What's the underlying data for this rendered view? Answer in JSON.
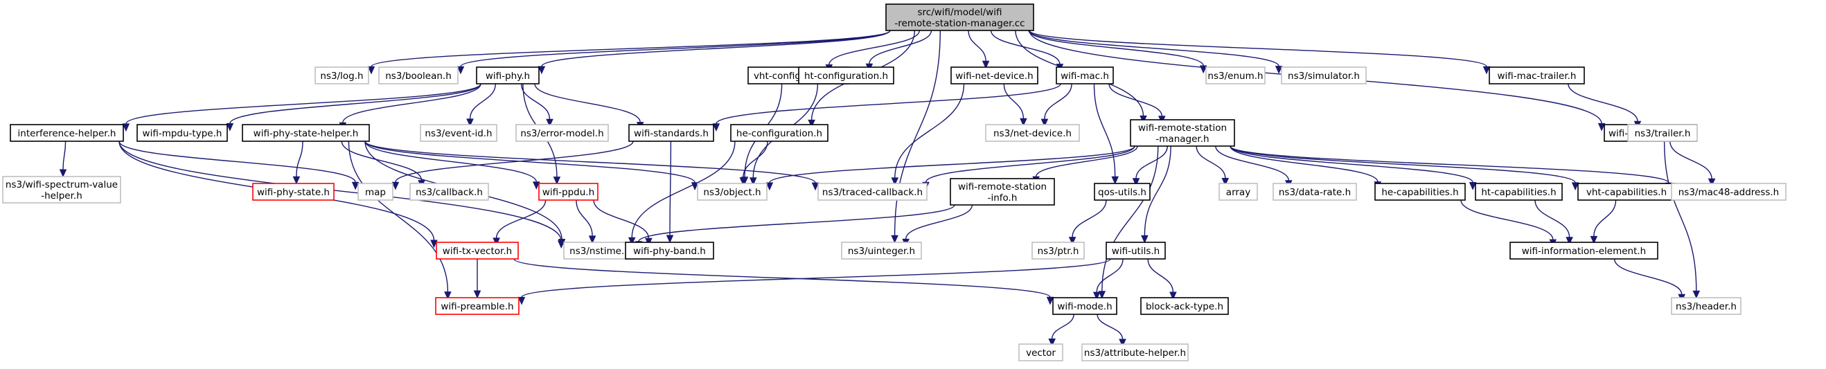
{
  "colors": {
    "root_fill": "#bfbfbf",
    "root_stroke": "#000000",
    "doc_stroke": "#000000",
    "nodoc_stroke": "#bfbfbf",
    "incomplete_stroke": "#ff0000",
    "edge": "#191970"
  },
  "nodes": [
    {
      "id": "root",
      "lines": [
        "src/wifi/model/wifi",
        "-remote-station-manager.cc"
      ],
      "style": "root",
      "interactable": false
    },
    {
      "id": "log",
      "lines": [
        "ns3/log.h"
      ],
      "style": "nodoc",
      "interactable": false
    },
    {
      "id": "boolean",
      "lines": [
        "ns3/boolean.h"
      ],
      "style": "nodoc",
      "interactable": false
    },
    {
      "id": "wifi-phy",
      "lines": [
        "wifi-phy.h"
      ],
      "style": "doc",
      "interactable": true
    },
    {
      "id": "vht-configuration",
      "lines": [
        "vht-configuration.h"
      ],
      "style": "doc",
      "interactable": true
    },
    {
      "id": "ht-configuration",
      "lines": [
        "ht-configuration.h"
      ],
      "style": "doc",
      "interactable": true
    },
    {
      "id": "wifi-net-device",
      "lines": [
        "wifi-net-device.h"
      ],
      "style": "doc",
      "interactable": true
    },
    {
      "id": "wifi-mac",
      "lines": [
        "wifi-mac.h"
      ],
      "style": "doc",
      "interactable": true
    },
    {
      "id": "enum",
      "lines": [
        "ns3/enum.h"
      ],
      "style": "nodoc",
      "interactable": false
    },
    {
      "id": "simulator",
      "lines": [
        "ns3/simulator.h"
      ],
      "style": "nodoc",
      "interactable": false
    },
    {
      "id": "wifi-mac-trailer",
      "lines": [
        "wifi-mac-trailer.h"
      ],
      "style": "doc",
      "interactable": true
    },
    {
      "id": "interference-helper",
      "lines": [
        "interference-helper.h"
      ],
      "style": "doc",
      "interactable": true
    },
    {
      "id": "wifi-mpdu-type",
      "lines": [
        "wifi-mpdu-type.h"
      ],
      "style": "doc",
      "interactable": true
    },
    {
      "id": "wifi-phy-state-helper",
      "lines": [
        "wifi-phy-state-helper.h"
      ],
      "style": "doc",
      "interactable": true
    },
    {
      "id": "event-id",
      "lines": [
        "ns3/event-id.h"
      ],
      "style": "nodoc",
      "interactable": false
    },
    {
      "id": "error-model",
      "lines": [
        "ns3/error-model.h"
      ],
      "style": "nodoc",
      "interactable": false
    },
    {
      "id": "wifi-standards",
      "lines": [
        "wifi-standards.h"
      ],
      "style": "doc",
      "interactable": true
    },
    {
      "id": "he-configuration",
      "lines": [
        "he-configuration.h"
      ],
      "style": "doc",
      "interactable": true
    },
    {
      "id": "net-device",
      "lines": [
        "ns3/net-device.h"
      ],
      "style": "nodoc",
      "interactable": false
    },
    {
      "id": "wifi-remote-station-manager",
      "lines": [
        "wifi-remote-station",
        "-manager.h"
      ],
      "style": "doc",
      "interactable": true
    },
    {
      "id": "wifi-mac-header",
      "lines": [
        "wifi-mac-header.h"
      ],
      "style": "doc",
      "interactable": true
    },
    {
      "id": "trailer",
      "lines": [
        "ns3/trailer.h"
      ],
      "style": "nodoc",
      "interactable": false
    },
    {
      "id": "wifi-spectrum-value-helper",
      "lines": [
        "ns3/wifi-spectrum-value",
        "-helper.h"
      ],
      "style": "nodoc",
      "interactable": false
    },
    {
      "id": "wifi-phy-state",
      "lines": [
        "wifi-phy-state.h"
      ],
      "style": "incomplete",
      "interactable": true
    },
    {
      "id": "map",
      "lines": [
        "map"
      ],
      "style": "nodoc",
      "interactable": false
    },
    {
      "id": "callback",
      "lines": [
        "ns3/callback.h"
      ],
      "style": "nodoc",
      "interactable": false
    },
    {
      "id": "wifi-ppdu",
      "lines": [
        "wifi-ppdu.h"
      ],
      "style": "incomplete",
      "interactable": true
    },
    {
      "id": "object",
      "lines": [
        "ns3/object.h"
      ],
      "style": "nodoc",
      "interactable": false
    },
    {
      "id": "traced-callback",
      "lines": [
        "ns3/traced-callback.h"
      ],
      "style": "nodoc",
      "interactable": false
    },
    {
      "id": "wifi-remote-station-info",
      "lines": [
        "wifi-remote-station",
        "-info.h"
      ],
      "style": "doc",
      "interactable": true
    },
    {
      "id": "qos-utils",
      "lines": [
        "qos-utils.h"
      ],
      "style": "doc",
      "interactable": true
    },
    {
      "id": "array",
      "lines": [
        "array"
      ],
      "style": "nodoc",
      "interactable": false
    },
    {
      "id": "data-rate",
      "lines": [
        "ns3/data-rate.h"
      ],
      "style": "nodoc",
      "interactable": false
    },
    {
      "id": "he-capabilities",
      "lines": [
        "he-capabilities.h"
      ],
      "style": "doc",
      "interactable": true
    },
    {
      "id": "ht-capabilities",
      "lines": [
        "ht-capabilities.h"
      ],
      "style": "doc",
      "interactable": true
    },
    {
      "id": "vht-capabilities",
      "lines": [
        "vht-capabilities.h"
      ],
      "style": "doc",
      "interactable": true
    },
    {
      "id": "mac48-address",
      "lines": [
        "ns3/mac48-address.h"
      ],
      "style": "nodoc",
      "interactable": false
    },
    {
      "id": "wifi-tx-vector",
      "lines": [
        "wifi-tx-vector.h"
      ],
      "style": "incomplete",
      "interactable": true
    },
    {
      "id": "nstime",
      "lines": [
        "ns3/nstime.h"
      ],
      "style": "nodoc",
      "interactable": false
    },
    {
      "id": "wifi-phy-band",
      "lines": [
        "wifi-phy-band.h"
      ],
      "style": "doc",
      "interactable": true
    },
    {
      "id": "uinteger",
      "lines": [
        "ns3/uinteger.h"
      ],
      "style": "nodoc",
      "interactable": false
    },
    {
      "id": "ptr",
      "lines": [
        "ns3/ptr.h"
      ],
      "style": "nodoc",
      "interactable": false
    },
    {
      "id": "wifi-utils",
      "lines": [
        "wifi-utils.h"
      ],
      "style": "doc",
      "interactable": true
    },
    {
      "id": "wifi-information-element",
      "lines": [
        "wifi-information-element.h"
      ],
      "style": "doc",
      "interactable": true
    },
    {
      "id": "wifi-preamble",
      "lines": [
        "wifi-preamble.h"
      ],
      "style": "incomplete",
      "interactable": true
    },
    {
      "id": "wifi-mode",
      "lines": [
        "wifi-mode.h"
      ],
      "style": "doc",
      "interactable": true
    },
    {
      "id": "block-ack-type",
      "lines": [
        "block-ack-type.h"
      ],
      "style": "doc",
      "interactable": true
    },
    {
      "id": "header",
      "lines": [
        "ns3/header.h"
      ],
      "style": "nodoc",
      "interactable": false
    },
    {
      "id": "vector",
      "lines": [
        "vector"
      ],
      "style": "nodoc",
      "interactable": false
    },
    {
      "id": "attribute-helper",
      "lines": [
        "ns3/attribute-helper.h"
      ],
      "style": "nodoc",
      "interactable": false
    }
  ],
  "edges": [
    [
      "root",
      "log"
    ],
    [
      "root",
      "boolean"
    ],
    [
      "root",
      "wifi-phy"
    ],
    [
      "root",
      "vht-configuration"
    ],
    [
      "root",
      "ht-configuration"
    ],
    [
      "root",
      "wifi-net-device"
    ],
    [
      "root",
      "wifi-mac"
    ],
    [
      "root",
      "enum"
    ],
    [
      "root",
      "simulator"
    ],
    [
      "root",
      "wifi-mac-trailer"
    ],
    [
      "root",
      "wifi-remote-station-manager"
    ],
    [
      "root",
      "he-configuration"
    ],
    [
      "root",
      "wifi-mac-header"
    ],
    [
      "root",
      "uinteger"
    ],
    [
      "wifi-phy",
      "interference-helper"
    ],
    [
      "wifi-phy",
      "wifi-mpdu-type"
    ],
    [
      "wifi-phy",
      "wifi-phy-state-helper"
    ],
    [
      "wifi-phy",
      "event-id"
    ],
    [
      "wifi-phy",
      "error-model"
    ],
    [
      "wifi-phy",
      "wifi-standards"
    ],
    [
      "wifi-phy",
      "wifi-ppdu"
    ],
    [
      "interference-helper",
      "wifi-spectrum-value-helper"
    ],
    [
      "interference-helper",
      "map"
    ],
    [
      "interference-helper",
      "nstime"
    ],
    [
      "interference-helper",
      "wifi-tx-vector"
    ],
    [
      "wifi-phy-state-helper",
      "wifi-phy-state"
    ],
    [
      "wifi-phy-state-helper",
      "callback"
    ],
    [
      "wifi-phy-state-helper",
      "wifi-ppdu"
    ],
    [
      "wifi-phy-state-helper",
      "object"
    ],
    [
      "wifi-phy-state-helper",
      "traced-callback"
    ],
    [
      "wifi-phy-state-helper",
      "nstime"
    ],
    [
      "wifi-phy-state-helper",
      "wifi-preamble"
    ],
    [
      "wifi-standards",
      "map"
    ],
    [
      "wifi-standards",
      "wifi-phy-band"
    ],
    [
      "he-configuration",
      "object"
    ],
    [
      "he-configuration",
      "nstime"
    ],
    [
      "vht-configuration",
      "object"
    ],
    [
      "ht-configuration",
      "object"
    ],
    [
      "wifi-net-device",
      "net-device"
    ],
    [
      "wifi-net-device",
      "traced-callback"
    ],
    [
      "wifi-mac",
      "net-device"
    ],
    [
      "wifi-mac",
      "wifi-standards"
    ],
    [
      "wifi-mac",
      "qos-utils"
    ],
    [
      "wifi-mac",
      "wifi-remote-station-manager"
    ],
    [
      "wifi-mac-trailer",
      "trailer"
    ],
    [
      "wifi-mac-header",
      "mac48-address"
    ],
    [
      "wifi-mac-header",
      "header"
    ],
    [
      "wifi-remote-station-manager",
      "object"
    ],
    [
      "wifi-remote-station-manager",
      "traced-callback"
    ],
    [
      "wifi-remote-station-manager",
      "wifi-remote-station-info"
    ],
    [
      "wifi-remote-station-manager",
      "qos-utils"
    ],
    [
      "wifi-remote-station-manager",
      "array"
    ],
    [
      "wifi-remote-station-manager",
      "data-rate"
    ],
    [
      "wifi-remote-station-manager",
      "he-capabilities"
    ],
    [
      "wifi-remote-station-manager",
      "ht-capabilities"
    ],
    [
      "wifi-remote-station-manager",
      "vht-capabilities"
    ],
    [
      "wifi-remote-station-manager",
      "mac48-address"
    ],
    [
      "wifi-remote-station-manager",
      "wifi-utils"
    ],
    [
      "wifi-remote-station-manager",
      "wifi-mode"
    ],
    [
      "wifi-ppdu",
      "wifi-tx-vector"
    ],
    [
      "wifi-ppdu",
      "nstime"
    ],
    [
      "wifi-ppdu",
      "wifi-phy-band"
    ],
    [
      "wifi-remote-station-info",
      "nstime"
    ],
    [
      "wifi-remote-station-info",
      "uinteger"
    ],
    [
      "qos-utils",
      "ptr"
    ],
    [
      "he-capabilities",
      "wifi-information-element"
    ],
    [
      "ht-capabilities",
      "wifi-information-element"
    ],
    [
      "vht-capabilities",
      "wifi-information-element"
    ],
    [
      "wifi-information-element",
      "header"
    ],
    [
      "wifi-tx-vector",
      "wifi-preamble"
    ],
    [
      "wifi-tx-vector",
      "wifi-mode"
    ],
    [
      "wifi-utils",
      "wifi-preamble"
    ],
    [
      "wifi-utils",
      "wifi-mode"
    ],
    [
      "wifi-utils",
      "block-ack-type"
    ],
    [
      "wifi-mode",
      "vector"
    ],
    [
      "wifi-mode",
      "attribute-helper"
    ]
  ]
}
